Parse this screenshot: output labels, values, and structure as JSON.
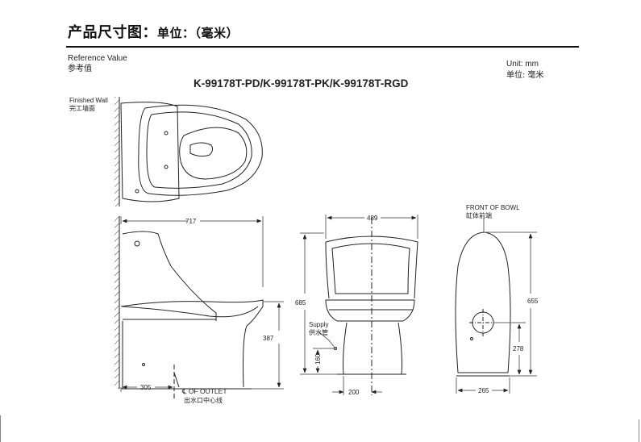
{
  "header": {
    "title": "产品尺寸图：",
    "unit_note": "单位：（毫米）"
  },
  "drawing": {
    "reference_value_en": "Reference Value",
    "reference_value_cn": "参考值",
    "unit_en": "Unit: mm",
    "unit_cn": "单位: 毫米",
    "model": "K-99178T-PD/K-99178T-PK/K-99178T-RGD",
    "finished_wall_en": "Finished Wall",
    "finished_wall_cn": "完工墙面",
    "front_of_bowl_en": "FRONT OF BOWL",
    "front_of_bowl_cn": "缸体前端",
    "supply_en": "Supply",
    "supply_cn": "供水管",
    "outlet_en": "℄ OF OUTLET",
    "outlet_cn": "出水口中心线",
    "dimensions": {
      "overall_length": "717",
      "rough_in": "305",
      "bowl_rim_height": "387",
      "overall_width": "489",
      "overall_height_front": "685",
      "supply_height": "160",
      "base_width": "200",
      "top_depth": "655",
      "bowl_height_rear": "278",
      "foot_width": "265"
    }
  }
}
